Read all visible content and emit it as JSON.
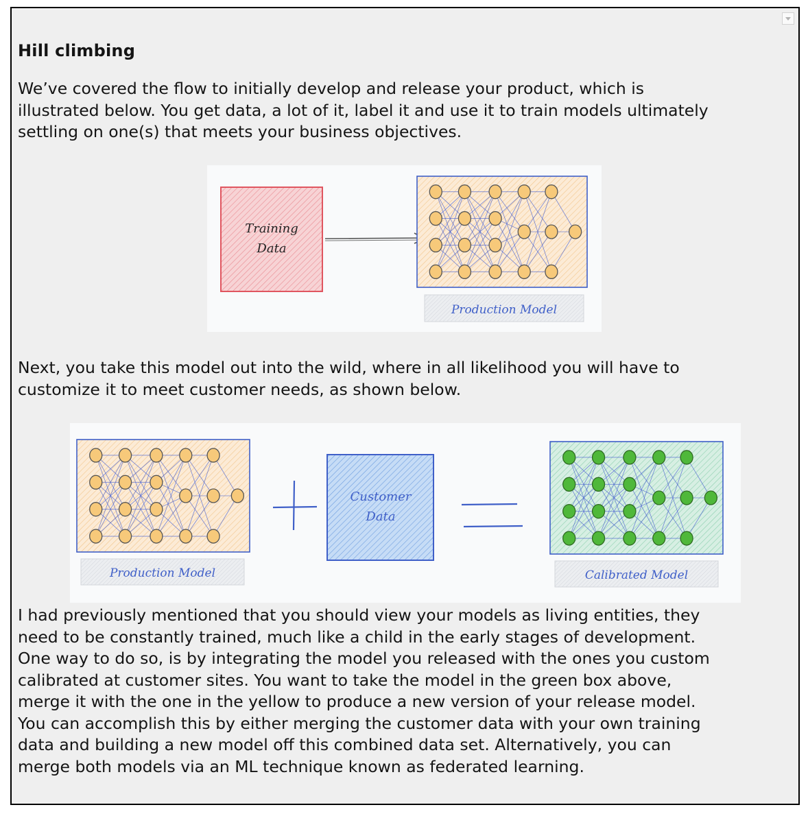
{
  "article": {
    "title": "Hill climbing",
    "paragraph_1": "We’ve covered the flow to initially develop and release your product, which is\nillustrated below. You get data, a lot of it, label it and use it to train models ultimately\nsettling on one(s) that meets your business objectives.",
    "paragraph_2": "Next, you take this model out into the wild, where in all likelihood you will have to\ncustomize it to meet customer needs, as shown below.",
    "paragraph_3": "I had previously mentioned that you should view your models as living entities, they\nneed to be constantly trained, much like a child in the early stages of development.\nOne way to do so, is by integrating the model you released with the ones you custom\ncalibrated at customer sites. You want to take the model in the green box above,\nmerge it with the one in the yellow to produce a new version of your release model.\nYou can accomplish this by either merging the customer data with your own training\ndata and building a new model off this combined data set. Alternatively, you can\nmerge both models via an ML technique known as federated learning."
  },
  "figure_1": {
    "training_data_line1": "Training",
    "training_data_line2": "Data",
    "production_model_label": "Production Model"
  },
  "figure_2": {
    "production_model_label": "Production Model",
    "customer_data_line1": "Customer",
    "customer_data_line2": "Data",
    "calibrated_model_label": "Calibrated Model"
  },
  "icons": {
    "dropdown": "chevron-down-icon",
    "plus": "plus-icon",
    "equals": "equals-icon",
    "arrow": "arrow-right-icon",
    "network": "neural-network-icon"
  },
  "colors": {
    "red_box_fill": "#f6c9cc",
    "red_box_stroke": "#e0555f",
    "yellow_box_fill": "#fbe3c6",
    "blue_stroke": "#3f5fc8",
    "customer_box_fill": "#b9d5f4",
    "green_box_fill": "#cdebdc",
    "green_node": "#4fb83a",
    "yellow_node": "#f7c97a",
    "label_box_fill": "#e6e7ea",
    "text_color": "#141414"
  }
}
